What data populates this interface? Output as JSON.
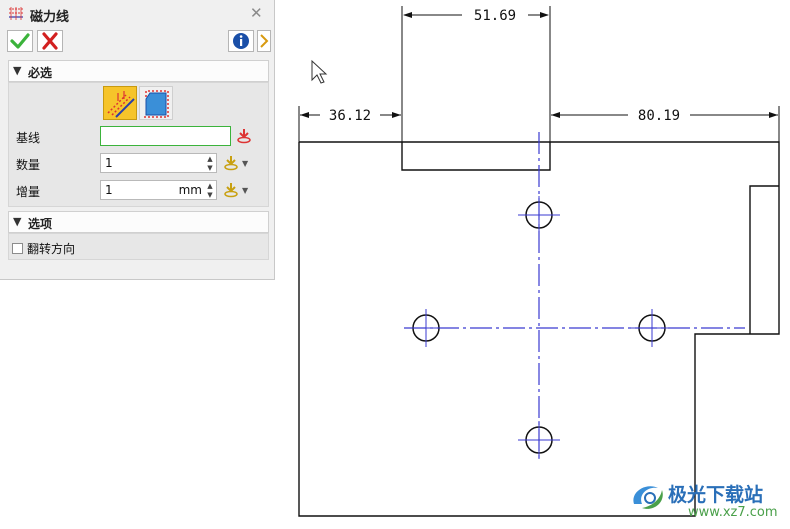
{
  "dialog": {
    "title": "磁力线",
    "required_section": "必选",
    "options_section": "选项",
    "baseline_label": "基线",
    "baseline_value": "",
    "count_label": "数量",
    "count_value": "1",
    "increment_label": "增量",
    "increment_value": "1",
    "increment_unit": "mm",
    "flip_label": "翻转方向",
    "flip_checked": false
  },
  "drawing": {
    "dim_top": "51.69",
    "dim_left": "36.12",
    "dim_right": "80.19"
  },
  "watermark": {
    "text": "极光下载站",
    "url": "www.xz7.com"
  },
  "colors": {
    "accent_green": "#3bb33b",
    "cancel_red": "#d22020",
    "centerline_blue": "#3a3ad0",
    "mode_active": "#f6c42a"
  }
}
